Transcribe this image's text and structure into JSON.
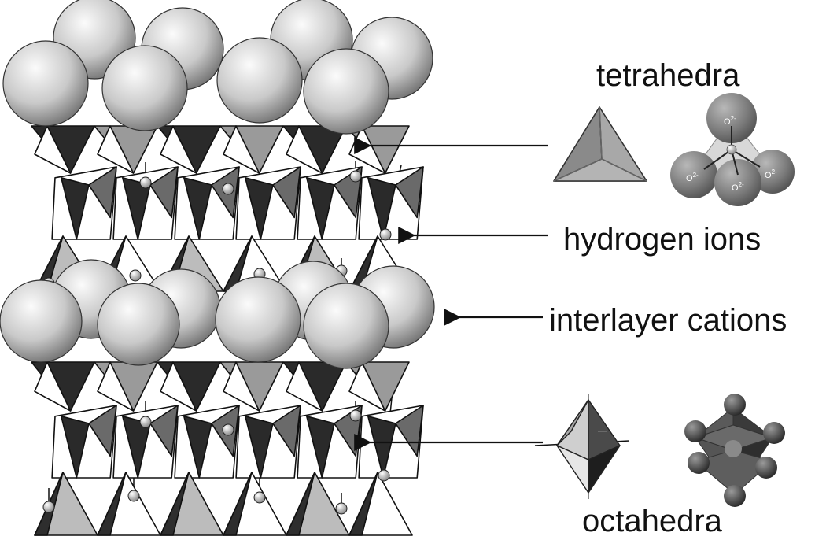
{
  "labels": {
    "tetrahedra": "tetrahedra",
    "hydrogen_ions": "hydrogen ions",
    "interlayer_cations": "interlayer cations",
    "octahedra": "octahedra"
  },
  "oxygen_label": "O",
  "oxygen_charge": "2-",
  "colors": {
    "background": "#ffffff",
    "line": "#111111",
    "tetra_face": "#9a9a9a",
    "dark_face": "#3a3a3a",
    "sphere_light": "#f4f4f4",
    "sphere_dark": "#6e6e6e",
    "atom_dark": "#4a4a4a"
  }
}
